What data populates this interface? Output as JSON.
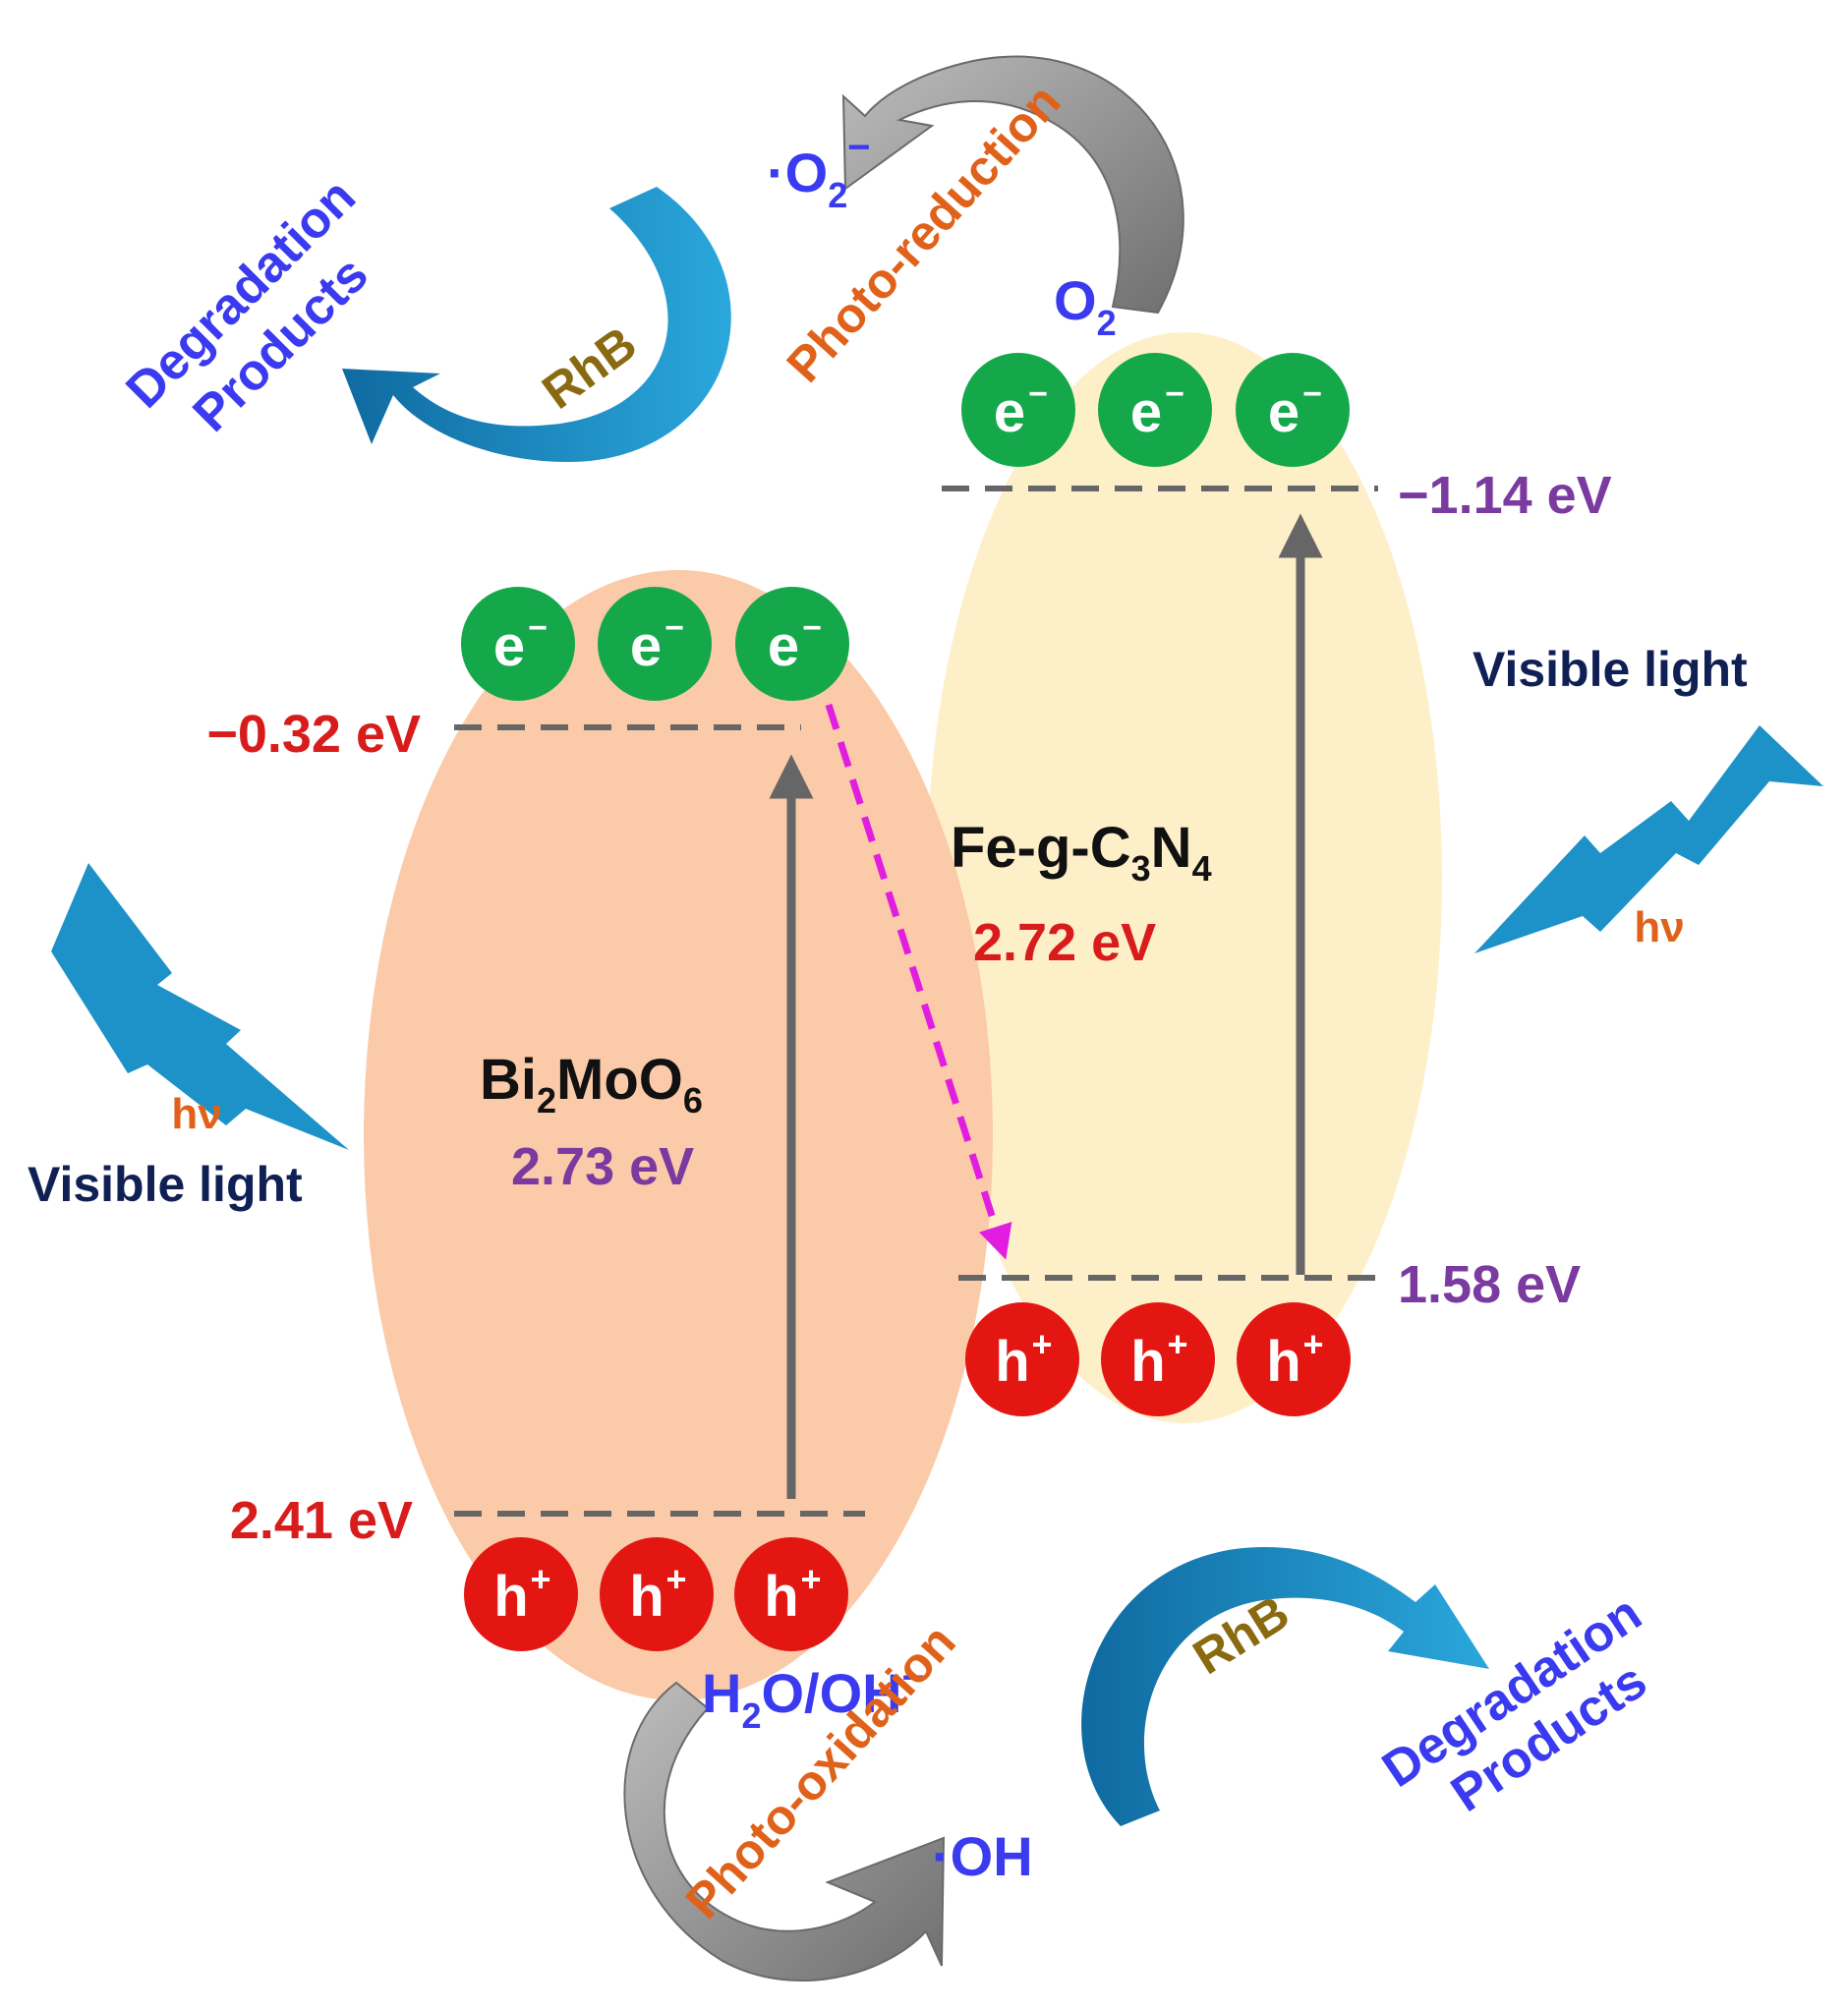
{
  "particles": {
    "electron": "e",
    "electron_sign": "−",
    "hole": "h",
    "hole_sign": "+"
  },
  "bi2moo6": {
    "name_main": "Bi",
    "name_sub1": "2",
    "name_mid": "MoO",
    "name_sub2": "6",
    "bandgap": "2.73 eV",
    "cb_label": "−0.32 eV",
    "vb_label": "2.41 eV"
  },
  "fe_gcn": {
    "name_main": "Fe-g-C",
    "name_sub1": "3",
    "name_mid": "N",
    "name_sub2": "4",
    "bandgap": "2.72 eV",
    "cb_label": "−1.14 eV",
    "vb_label": "1.58 eV"
  },
  "light": {
    "hv": "hν",
    "visible": "Visible light"
  },
  "reduction": {
    "o2_main": "O",
    "o2_sub": "2",
    "superoxide_main": "·O",
    "superoxide_sub": "2",
    "superoxide_sup": "−",
    "process": "Photo-reduction",
    "dye": "RhB",
    "products_line1": "Degradation",
    "products_line2": "Products"
  },
  "oxidation": {
    "water_a": "H",
    "water_sub": "2",
    "water_b": "O/OH",
    "water_sup": "−",
    "hydroxyl": "·OH",
    "process": "Photo-oxidation",
    "dye": "RhB",
    "products_line1": "Degradation",
    "products_line2": "Products"
  },
  "colors": {
    "bi_ellipse": "#fbcaa8",
    "fe_ellipse": "#fdefc8",
    "electron": "#14a84b",
    "hole": "#e41612",
    "red_label": "#d81c1c",
    "purple_label": "#7a3aa0",
    "blue_label": "#3a3af0",
    "orange_label": "#e0621a",
    "olive_label": "#8a6a10",
    "navy_label": "#102055",
    "gray_arrow": "#8f8f8f",
    "blue_arrow": "#1d92c8",
    "magenta": "#e11ee0",
    "dash_line": "#666666"
  }
}
